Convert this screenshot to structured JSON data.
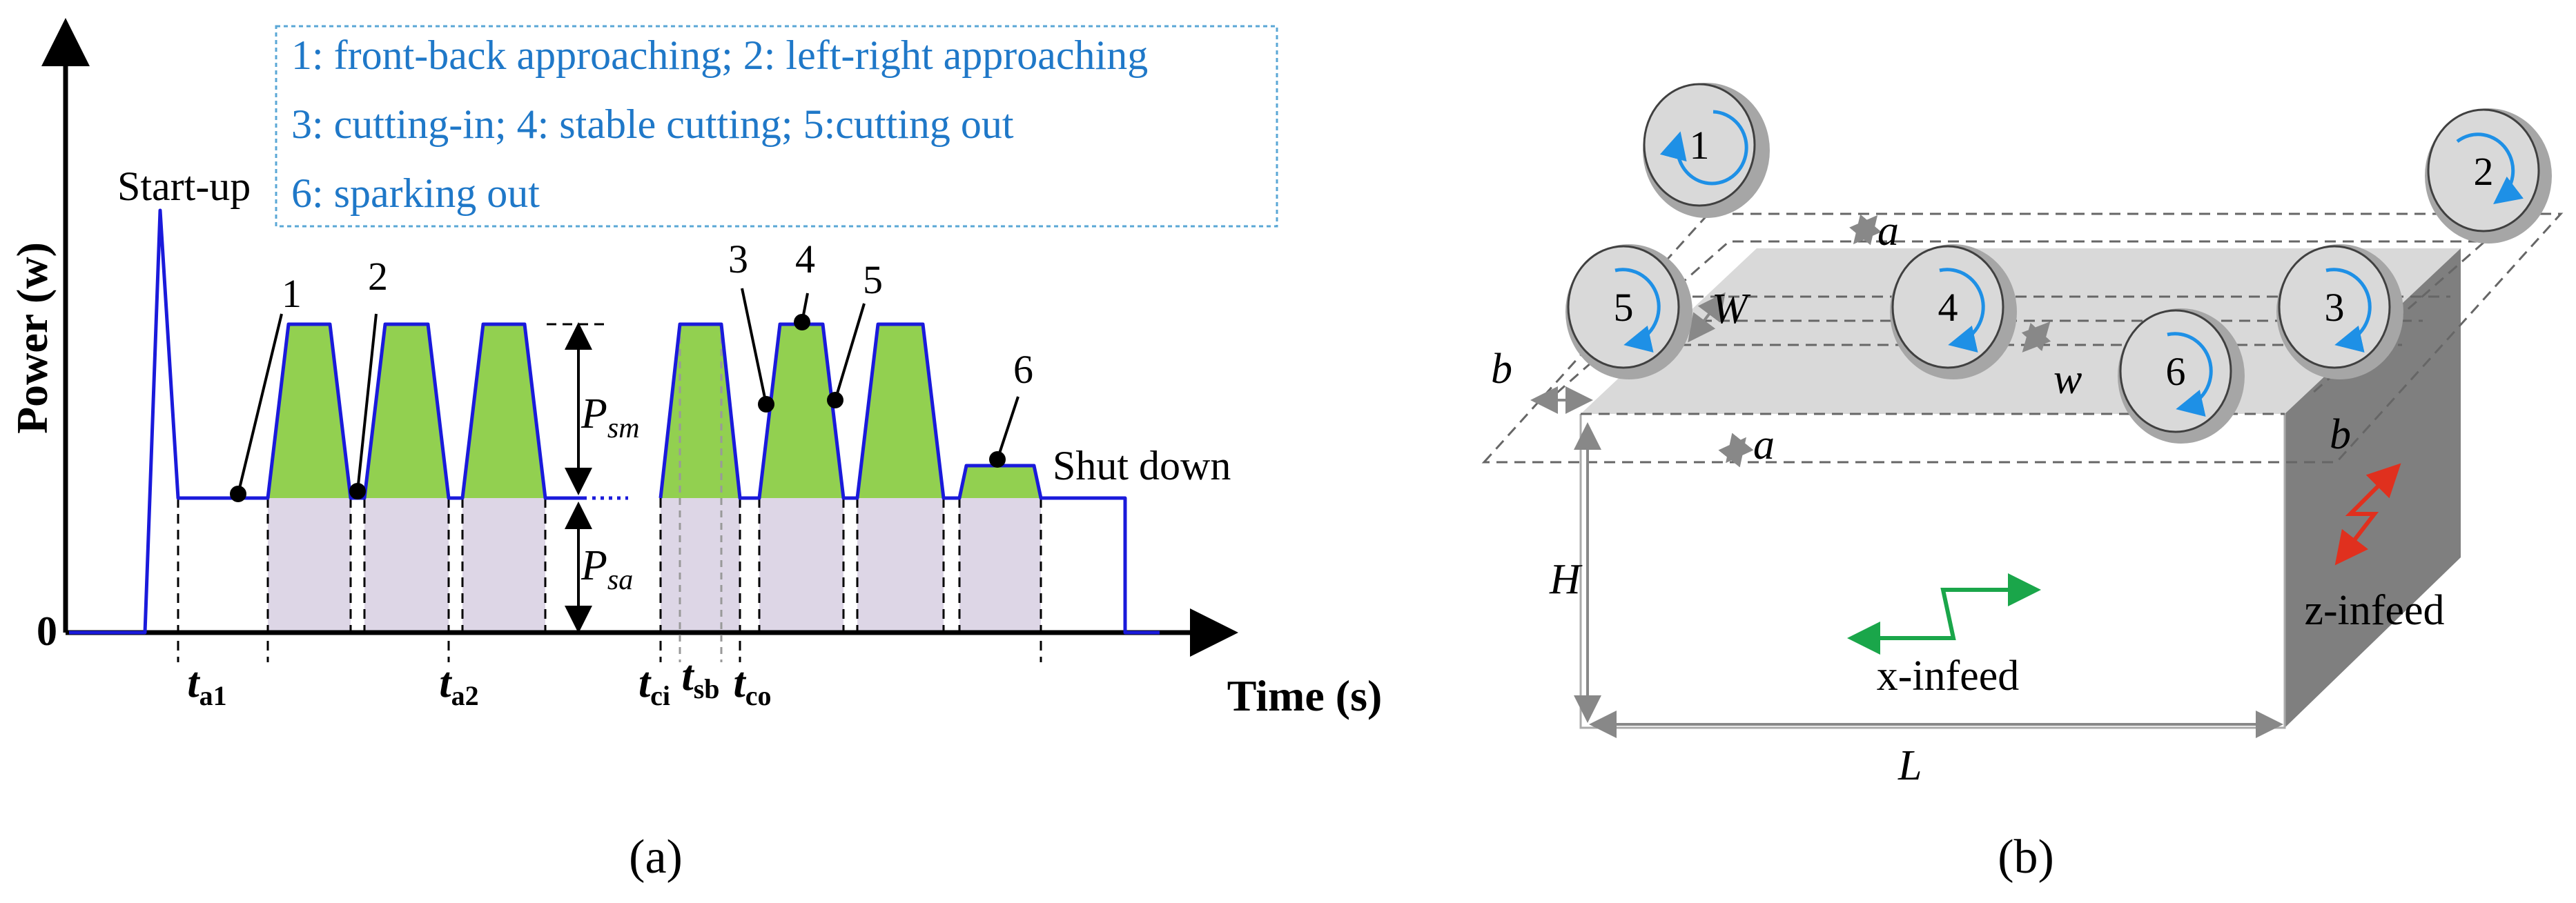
{
  "panel_a": {
    "legend": {
      "line1": "1: front-back approaching; 2: left-right approaching",
      "line2": "3: cutting-in; 4: stable cutting; 5:cutting out",
      "line3": "6: sparking out"
    },
    "y_axis_label": "Power (w)",
    "x_axis_label": "Time (s)",
    "origin_label": "0",
    "startup_label": "Start-up",
    "shutdown_label": "Shut down",
    "phase_labels": [
      "1",
      "2",
      "3",
      "4",
      "5",
      "6"
    ],
    "p_sm": {
      "main": "P",
      "sub": "sm"
    },
    "p_sa": {
      "main": "P",
      "sub": "sa"
    },
    "time_labels": [
      {
        "main": "t",
        "sub": "a1"
      },
      {
        "main": "t",
        "sub": "a2"
      },
      {
        "main": "t",
        "sub": "ci"
      },
      {
        "main": "t",
        "sub": "sb"
      },
      {
        "main": "t",
        "sub": "co"
      }
    ],
    "caption": "(a)",
    "colors": {
      "curve": "#1a1adb",
      "cutting": "#92d050",
      "standby": "#ddd6e6",
      "legend_text": "#1f78c8"
    }
  },
  "panel_b": {
    "wheel_labels": [
      "1",
      "2",
      "5",
      "4",
      "6",
      "3"
    ],
    "dims": {
      "a_top": "a",
      "a_bottom": "a",
      "W": "W",
      "w": "w",
      "b_left": "b",
      "b_right": "b",
      "H": "H",
      "L": "L"
    },
    "x_infeed_label": "x-infeed",
    "z_infeed_label": "z-infeed",
    "caption": "(b)",
    "colors": {
      "rotation_arrow": "#1e90e6",
      "x_infeed": "#1aa64a",
      "z_infeed": "#e0301e",
      "side_face": "#7f7f7f"
    }
  }
}
